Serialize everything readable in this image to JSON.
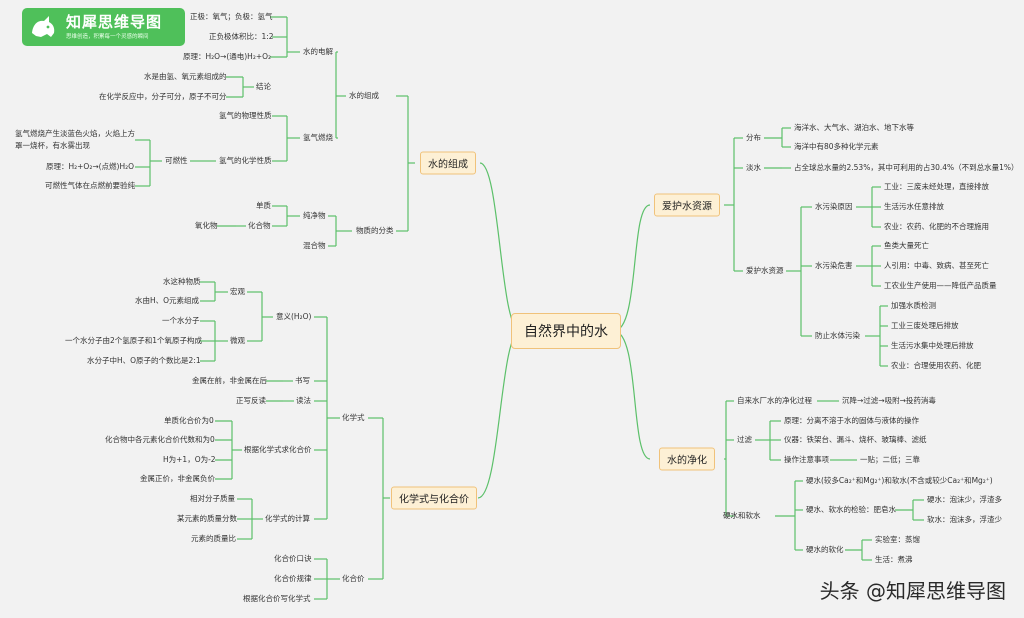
{
  "logo": {
    "title": "知犀思维导图",
    "slogan": "思维创造，积累每一个灵感的瞬间"
  },
  "watermark": "头条 @知犀思维导图",
  "colors": {
    "line": "#5cc06a",
    "node_bg": "#fdf0d5",
    "node_border": "#f0c27a",
    "logo_bg": "#4fc05a"
  },
  "root": "自然界中的水",
  "left": {
    "water_composition": {
      "title": "水的组成",
      "water_makeup": "水的组成",
      "electrolysis": "水的电解",
      "e1": "正极：氧气；负极：氢气",
      "e2": "正负极体积比：1:2",
      "e3": "原理：H₂O→(通电)H₂+O₂",
      "conclusion": "结论",
      "c1": "水是由氢、氧元素组成的",
      "c2": "在化学反应中，分子可分，原子不可分",
      "h2_burning": "氢气燃烧",
      "h2_physical": "氢气的物理性质",
      "h2_chemical": "氢气的化学性质",
      "flammable": "可燃性",
      "f1a": "氢气燃烧产生淡蓝色火焰，火焰上方",
      "f1b": "罩一烧杯，有水雾出现",
      "f2": "原理：H₂+O₂→(点燃)H₂O",
      "f3": "可燃性气体在点燃前要验纯",
      "classification": "物质的分类",
      "pure": "纯净物",
      "element": "单质",
      "compound": "化合物",
      "oxide": "氧化物",
      "mixture": "混合物"
    },
    "formula": {
      "title": "化学式与化合价",
      "chem_formula": "化学式",
      "meaning": "意义(H₂O)",
      "macro": "宏观",
      "m1": "水这种物质",
      "m2": "水由H、O元素组成",
      "micro": "微观",
      "mi1": "一个水分子",
      "mi2": "一个水分子由2个氢原子和1个氧原子构成",
      "mi3": "水分子中H、O原子的个数比是2:1",
      "writing": "书写",
      "w1": "金属在前，非金属在后",
      "reading": "读法",
      "r1": "正写反读",
      "valence_calc": "根据化学式求化合价",
      "v1": "单质化合价为0",
      "v2": "化合物中各元素化合价代数和为0",
      "v3": "H为+1，O为-2",
      "v4": "金属正价，非金属负价",
      "calc": "化学式的计算",
      "k1": "相对分子质量",
      "k2": "某元素的质量分数",
      "k3": "元素的质量比",
      "valence": "化合价",
      "h1": "化合价口诀",
      "h2": "化合价规律",
      "h3": "根据化合价写化学式"
    }
  },
  "right": {
    "protect": {
      "title": "爱护水资源",
      "distribution": "分布",
      "d1": "海洋水、大气水、湖泊水、地下水等",
      "d2": "海洋中有80多种化学元素",
      "fresh": "淡水",
      "fresh_desc": "占全球总水量的2.53%，其中可利用的占30.4%（不到总水量1%）",
      "care": "爱护水资源",
      "pollution_cause": "水污染原因",
      "pc1": "工业：三废未经处理，直接排放",
      "pc2": "生活污水任意排放",
      "pc3": "农业：农药、化肥的不合理施用",
      "pollution_harm": "水污染危害",
      "ph1": "鱼类大量死亡",
      "ph2": "人引用：中毒、致病、甚至死亡",
      "ph3": "工农业生产使用——降低产品质量",
      "prevent": "防止水体污染",
      "pv1": "加强水质检测",
      "pv2": "工业三废处理后排放",
      "pv3": "生活污水集中处理后排放",
      "pv4": "农业：合理使用农药、化肥"
    },
    "purify": {
      "title": "水的净化",
      "plant": "自来水厂水的净化过程",
      "plant_steps": "沉降→过滤→吸附→投药消毒",
      "filtration": "过滤",
      "fl1": "原理：分离不溶于水的固体与液体的操作",
      "fl2": "仪器：铁架台、漏斗、烧杯、玻璃棒、滤纸",
      "fl3": "操作注意事项",
      "fl3_detail": "一贴；二低；三靠",
      "hard_soft": "硬水和软水",
      "hs1": "硬水(较多Ca₂⁺和Mg₂⁺)和软水(不含或较少Ca₂⁺和Mg₂⁺)",
      "test": "硬水、软水的检验：肥皂水",
      "hard": "硬水：泡沫少，浮渣多",
      "soft": "软水：泡沫多，浮渣少",
      "softening": "硬水的软化",
      "lab": "实验室：蒸馏",
      "life": "生活：煮沸"
    }
  }
}
